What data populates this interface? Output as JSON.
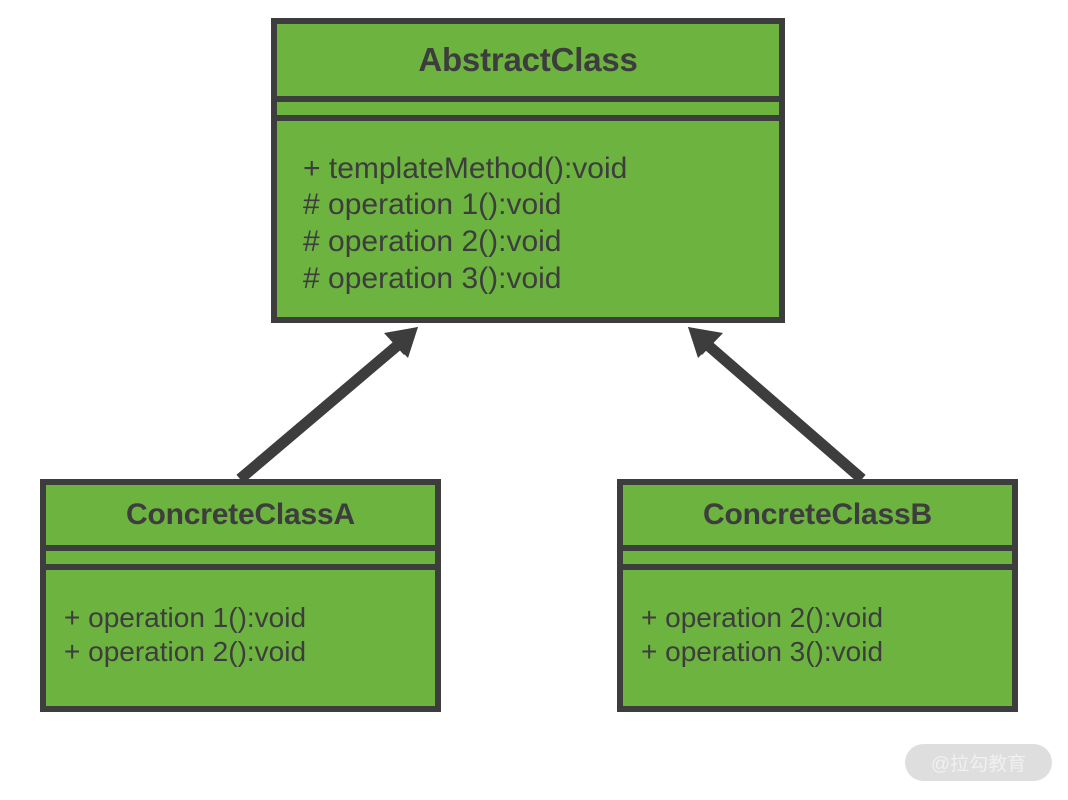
{
  "diagram": {
    "type": "uml-class-diagram",
    "pattern": "Template Method",
    "background_color": "#ffffff",
    "box_fill_color": "#6cb33f",
    "box_border_color": "#3d3d3d",
    "text_color": "#3d3d3d"
  },
  "classes": [
    {
      "id": "abstract-class",
      "name": "AbstractClass",
      "attributes": [],
      "methods": [
        "+ templateMethod():void",
        "# operation 1():void",
        "# operation 2():void",
        "# operation 3():void"
      ]
    },
    {
      "id": "concrete-class-a",
      "name": "ConcreteClassA",
      "attributes": [],
      "methods": [
        "+ operation 1():void",
        "+ operation 2():void"
      ]
    },
    {
      "id": "concrete-class-b",
      "name": "ConcreteClassB",
      "attributes": [],
      "methods": [
        "+ operation 2():void",
        "+ operation 3():void"
      ]
    }
  ],
  "relationships": [
    {
      "id": "inheritance-a",
      "kind": "generalization",
      "from": "ConcreteClassA",
      "to": "AbstractClass"
    },
    {
      "id": "inheritance-b",
      "kind": "generalization",
      "from": "ConcreteClassB",
      "to": "AbstractClass"
    }
  ],
  "watermark": {
    "text": "@拉勾教育",
    "background_color": "#dedede",
    "text_color": "#f0f0f0"
  }
}
